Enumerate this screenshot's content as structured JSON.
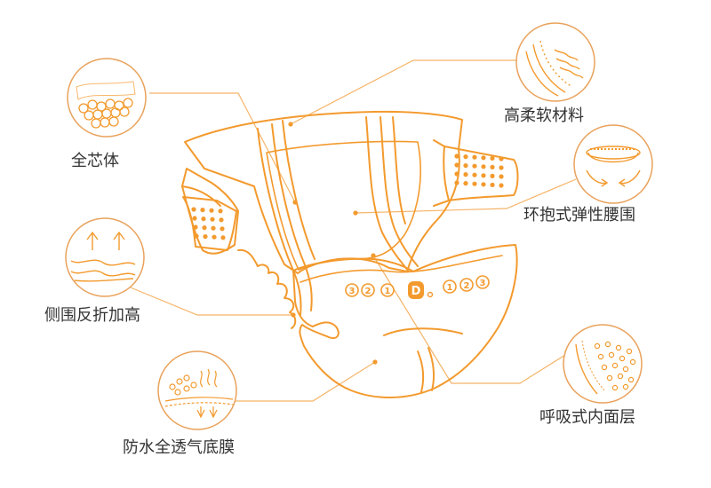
{
  "colors": {
    "accent": "#F39A2E",
    "leader_line": "#F5B469",
    "circle_stroke": "#E9A25C",
    "text": "#333333",
    "badge_text": "#F39A2E"
  },
  "labels": {
    "core": "全芯体",
    "soft_material": "高柔软材料",
    "elastic_waist": "环抱式弹性腰围",
    "raised_side_guard": "侧围反折加高",
    "breathable_inner": "呼吸式内面层",
    "waterproof_film": "防水全透气底膜"
  },
  "badges": {
    "left_numbers": [
      "3",
      "2",
      "1"
    ],
    "logo": "D",
    "right_numbers": [
      "1",
      "2",
      "3"
    ]
  },
  "icons": {
    "core": "absorbent-core-icon",
    "soft_material": "soft-fabric-icon",
    "elastic_waist": "elastic-band-icon",
    "raised_side_guard": "side-guard-icon",
    "breathable_inner": "breathable-layer-icon",
    "waterproof_film": "waterproof-film-icon"
  }
}
